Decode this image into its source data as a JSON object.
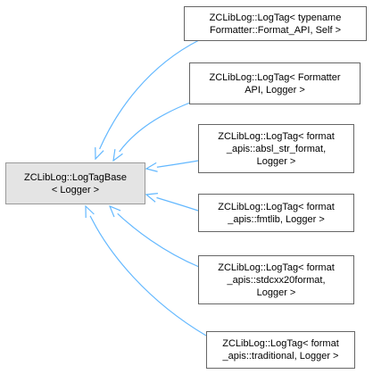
{
  "diagram": {
    "base": {
      "line1": "ZCLibLog::LogTagBase",
      "line2": "< Logger >"
    },
    "children": [
      {
        "lines": [
          "ZCLibLog::LogTag< typename",
          "Formatter::Format_API, Self >"
        ]
      },
      {
        "lines": [
          "ZCLibLog::LogTag< Formatter",
          "API, Logger >"
        ]
      },
      {
        "lines": [
          "ZCLibLog::LogTag< format",
          "_apis::absl_str_format,",
          "Logger >"
        ]
      },
      {
        "lines": [
          "ZCLibLog::LogTag< format",
          "_apis::fmtlib, Logger >"
        ]
      },
      {
        "lines": [
          "ZCLibLog::LogTag< format",
          "_apis::stdcxx20format,",
          "Logger >"
        ]
      },
      {
        "lines": [
          "ZCLibLog::LogTag< format",
          "_apis::traditional, Logger >"
        ]
      }
    ],
    "colors": {
      "edge": "#63b8ff",
      "base_fill": "#e4e4e4",
      "border": "#666666"
    }
  }
}
